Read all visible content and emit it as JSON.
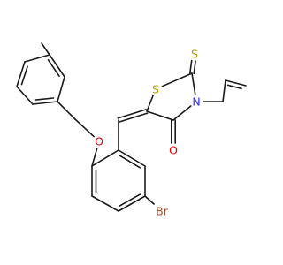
{
  "colors": {
    "bond": "#1a1a1a",
    "S": "#b3a000",
    "O": "#e00000",
    "N": "#2b2bd6",
    "Br": "#a0522d"
  },
  "atoms": {
    "s_ring": {
      "text": "S",
      "color_key": "S"
    },
    "s_thione": {
      "text": "S",
      "color_key": "S"
    },
    "n_ring": {
      "text": "N",
      "color_key": "N"
    },
    "o_carbonyl": {
      "text": "O",
      "color_key": "O"
    },
    "o_ether": {
      "text": "O",
      "color_key": "O"
    },
    "br": {
      "text": "Br",
      "color_key": "Br"
    }
  }
}
